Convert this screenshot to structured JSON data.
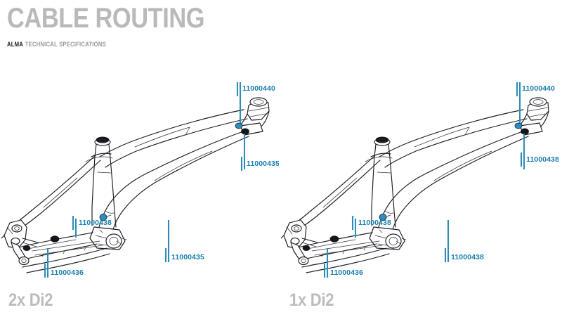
{
  "header": {
    "title": "CABLE ROUTING",
    "brand": "ALMA",
    "subtitle": "TECHNICAL SPECIFICATIONS"
  },
  "colors": {
    "title_gray": "#b9b9b9",
    "callout_blue": "#1a7fad",
    "port_blue": "#2a8fc0",
    "line_dark": "#1c1c24",
    "background": "#ffffff"
  },
  "panels": [
    {
      "id": "2x",
      "caption": "2x Di2",
      "diagram": "bike-frame-line-drawing",
      "callouts": [
        {
          "name": "head-tube-upper",
          "part": "11000440"
        },
        {
          "name": "head-tube-lower",
          "part": "11000435"
        },
        {
          "name": "chainstay-mid",
          "part": "11000438"
        },
        {
          "name": "dropout-rear",
          "part": "11000436"
        },
        {
          "name": "seatstay-lower",
          "part": "11000435"
        }
      ]
    },
    {
      "id": "1x",
      "caption": "1x Di2",
      "diagram": "bike-frame-line-drawing",
      "callouts": [
        {
          "name": "head-tube-upper",
          "part": "11000440"
        },
        {
          "name": "head-tube-lower",
          "part": "11000438"
        },
        {
          "name": "chainstay-mid",
          "part": "11000438"
        },
        {
          "name": "dropout-rear",
          "part": "11000436"
        },
        {
          "name": "seatstay-lower",
          "part": "11000438"
        }
      ]
    }
  ]
}
